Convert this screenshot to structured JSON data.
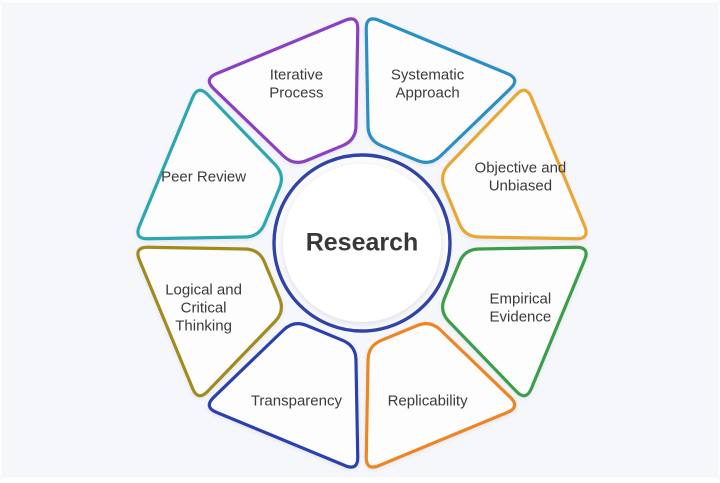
{
  "diagram": {
    "type": "radial-petal-wheel",
    "background_color": "#f6f7fa",
    "center": {
      "label": "Research",
      "ring_color": "#2f43a8",
      "fill_color": "#ffffff",
      "text_color": "#38383a"
    },
    "petals": [
      {
        "id": "systematic-approach",
        "label": "Systematic Approach",
        "lines": [
          "Systematic",
          "Approach"
        ],
        "color": "#2b8fc4",
        "angle_deg": -67.5,
        "position": "top-right"
      },
      {
        "id": "objective-and-unbiased",
        "label": "Objective and Unbiased",
        "lines": [
          "Objective and",
          "Unbiased"
        ],
        "color": "#e8a833",
        "angle_deg": -22.5,
        "position": "right-upper"
      },
      {
        "id": "empirical-evidence",
        "label": "Empirical Evidence",
        "lines": [
          "Empirical",
          "Evidence"
        ],
        "color": "#3a9e4a",
        "angle_deg": 22.5,
        "position": "right-lower"
      },
      {
        "id": "replicability",
        "label": "Replicability",
        "lines": [
          "Replicability"
        ],
        "color": "#ef8522",
        "angle_deg": 67.5,
        "position": "bottom-right"
      },
      {
        "id": "transparency",
        "label": "Transparency",
        "lines": [
          "Transparency"
        ],
        "color": "#2c3fb0",
        "angle_deg": 112.5,
        "position": "bottom-left"
      },
      {
        "id": "logical-and-critical-thinking",
        "label": "Logical and Critical Thinking",
        "lines": [
          "Logical and",
          "Critical",
          "Thinking"
        ],
        "color": "#a08b1e",
        "angle_deg": 157.5,
        "position": "left-lower"
      },
      {
        "id": "peer-review",
        "label": "Peer Review",
        "lines": [
          "Peer Review"
        ],
        "color": "#2aa8b0",
        "angle_deg": 202.5,
        "position": "left-upper"
      },
      {
        "id": "iterative-process",
        "label": "Iterative Process",
        "lines": [
          "Iterative",
          "Process"
        ],
        "color": "#8a3fc0",
        "angle_deg": 247.5,
        "position": "top-left"
      }
    ]
  }
}
